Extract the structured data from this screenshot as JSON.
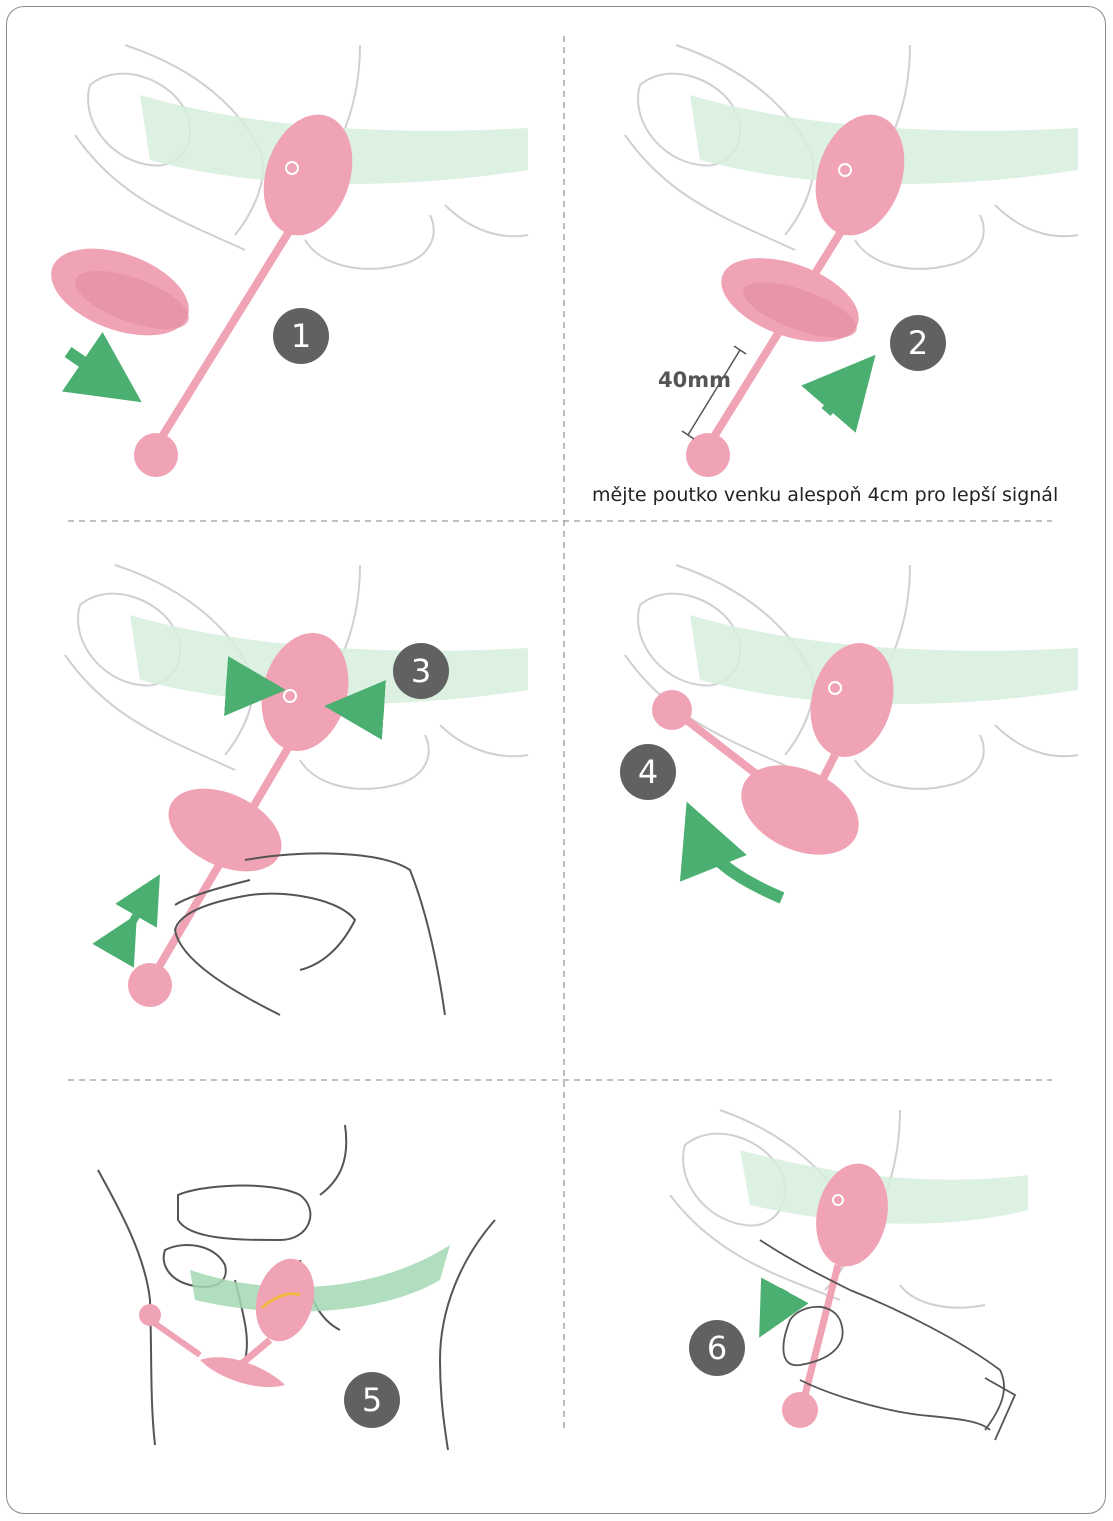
{
  "steps": [
    {
      "number": "1"
    },
    {
      "number": "2"
    },
    {
      "number": "3"
    },
    {
      "number": "4"
    },
    {
      "number": "5"
    },
    {
      "number": "6"
    }
  ],
  "measure_label": "40mm",
  "note": "mějte poutko venku alespoň 4cm pro lepší signál",
  "colors": {
    "pink": "#f0a3b4",
    "pink_dark": "#e58ea2",
    "green_arrow": "#4caf72",
    "green_band": "#d6eedd",
    "badge": "#616161",
    "line": "#d0d0d0",
    "divider": "#9a9a9a"
  }
}
